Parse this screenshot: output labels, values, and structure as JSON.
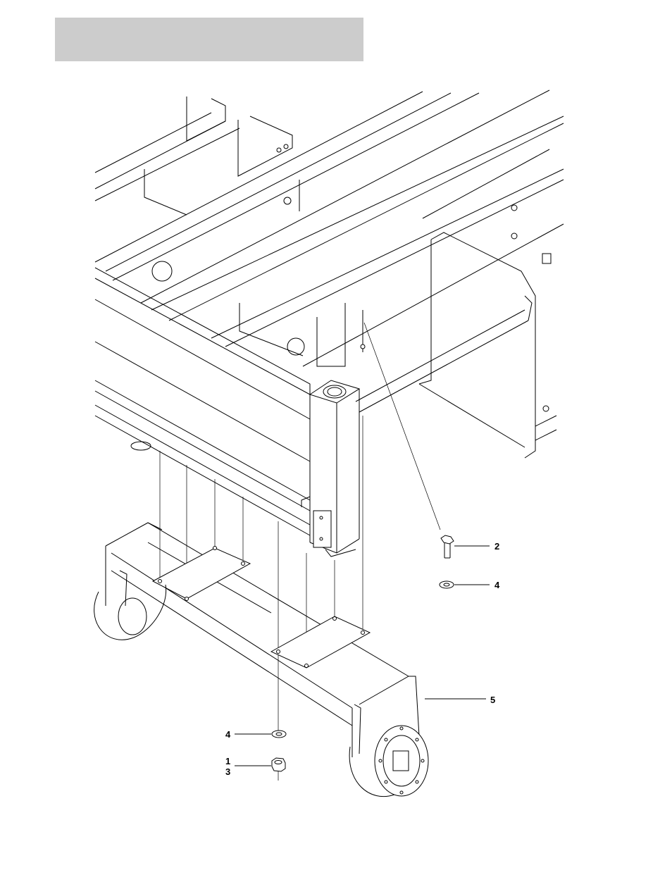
{
  "header": {
    "fill": "#cccccc"
  },
  "callouts": [
    {
      "id": "c2",
      "label": "2"
    },
    {
      "id": "c4a",
      "label": "4"
    },
    {
      "id": "c5",
      "label": "5"
    },
    {
      "id": "c4b",
      "label": "4"
    },
    {
      "id": "c1",
      "label": "1"
    },
    {
      "id": "c3",
      "label": "3"
    }
  ],
  "parts": [
    {
      "name": "bolt-icon"
    },
    {
      "name": "washer-icon"
    },
    {
      "name": "nut-icon"
    }
  ]
}
